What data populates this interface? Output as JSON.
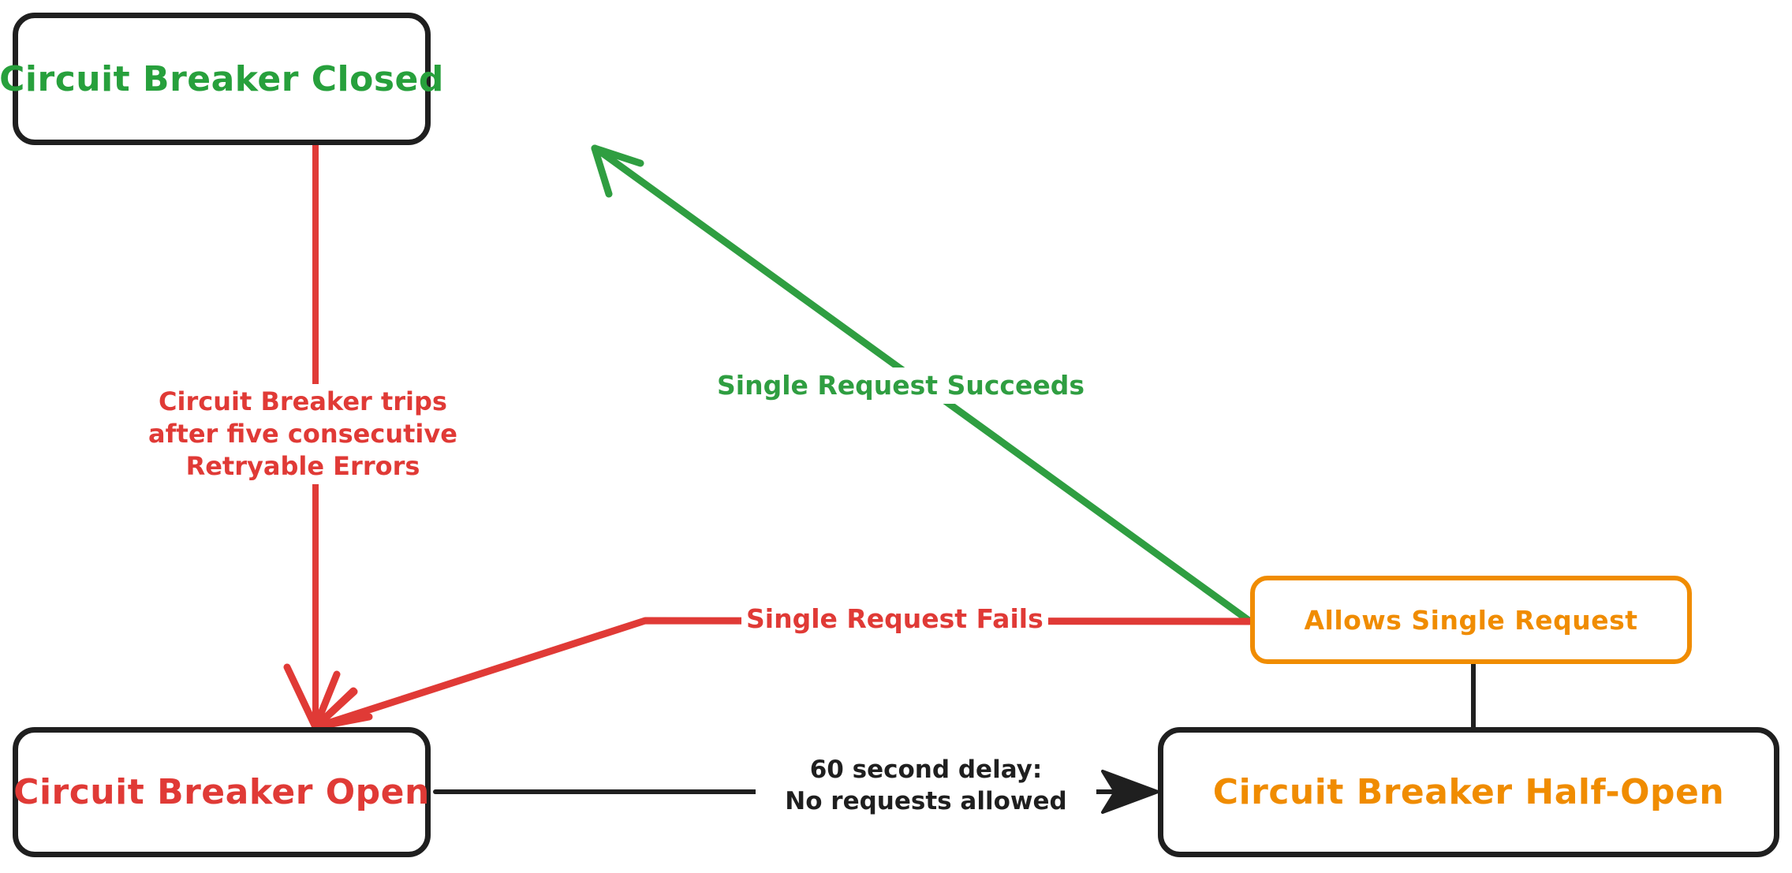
{
  "diagram": {
    "type": "state-diagram",
    "title": "Circuit Breaker State Machine",
    "background": "#ffffff",
    "colors": {
      "closed_green": "#27A03C",
      "open_red": "#E03A36",
      "halfopen_orange": "#F08C00",
      "edge_green": "#2F9E41",
      "edge_red": "#E03A36",
      "edge_black": "#1f1f1f",
      "node_border_black": "#1f1f1f"
    }
  },
  "nodes": [
    {
      "id": "closed",
      "label": "Circuit Breaker Closed",
      "border_color": "#1f1f1f",
      "text_color": "#27A03C"
    },
    {
      "id": "open",
      "label": "Circuit Breaker Open",
      "border_color": "#1f1f1f",
      "text_color": "#E03A36"
    },
    {
      "id": "halfopen",
      "label": "Circuit Breaker Half-Open",
      "border_color": "#1f1f1f",
      "text_color": "#F08C00"
    },
    {
      "id": "allows",
      "label": "Allows Single Request",
      "border_color": "#F08C00",
      "text_color": "#F08C00"
    }
  ],
  "edges": [
    {
      "id": "closed-to-open",
      "from": "closed",
      "to": "open",
      "color": "#E03A36",
      "arrow": true,
      "label": "Circuit Breaker trips\nafter five consecutive\nRetryable Errors"
    },
    {
      "id": "allows-to-closed",
      "from": "allows",
      "to": "closed",
      "color": "#2F9E41",
      "arrow": true,
      "label": "Single Request Succeeds"
    },
    {
      "id": "allows-to-open",
      "from": "allows",
      "to": "open",
      "color": "#E03A36",
      "arrow": true,
      "label": "Single Request Fails"
    },
    {
      "id": "open-to-halfopen",
      "from": "open",
      "to": "halfopen",
      "color": "#1f1f1f",
      "arrow": true,
      "label": "60 second delay:\nNo requests allowed"
    },
    {
      "id": "allows-to-halfopen",
      "from": "allows",
      "to": "halfopen",
      "color": "#1f1f1f",
      "arrow": false,
      "label": ""
    }
  ],
  "labels": {
    "trips": "Circuit Breaker trips\nafter five consecutive\nRetryable Errors",
    "succeeds": "Single Request Succeeds",
    "fails": "Single Request Fails",
    "delay": "60 second delay:\nNo requests allowed"
  }
}
